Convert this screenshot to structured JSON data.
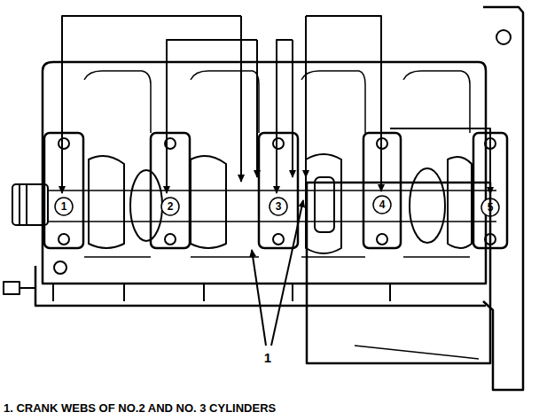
{
  "diagram": {
    "caption": "1. CRANK WEBS OF NO.2 AND NO. 3 CYLINDERS",
    "labels": [
      "1",
      "2",
      "3",
      "4",
      "5",
      "1"
    ]
  }
}
